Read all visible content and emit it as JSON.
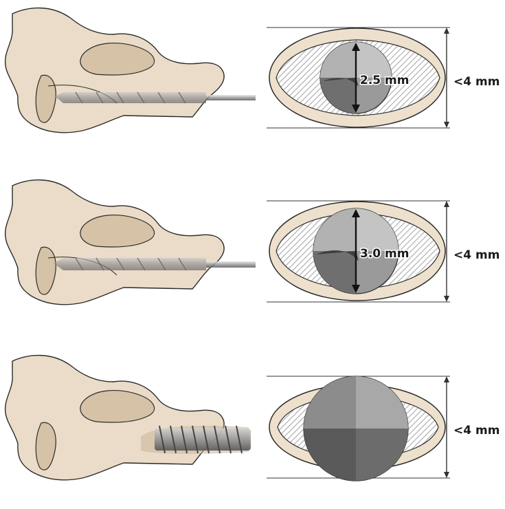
{
  "colors": {
    "bone_fill": "#eadcc8",
    "bone_shadow": "#d6c2a6",
    "outline": "#2a2a2a",
    "cortex": "#ede0cc",
    "hatch": "#8a8a8a",
    "steel_light": "#bdbdbd",
    "steel_mid": "#8c8c8c",
    "steel_dark": "#4d4d4d"
  },
  "panels": [
    {
      "drill_label": "2.5 mm",
      "outer_label": "<4 mm",
      "tool": "drill-bit",
      "drill_diameter_mm": 2.5
    },
    {
      "drill_label": "3.0 mm",
      "outer_label": "<4 mm",
      "tool": "drill-bit",
      "drill_diameter_mm": 3.0
    },
    {
      "drill_label": "",
      "outer_label": "<4 mm",
      "tool": "screw",
      "drill_diameter_mm": null
    }
  ]
}
